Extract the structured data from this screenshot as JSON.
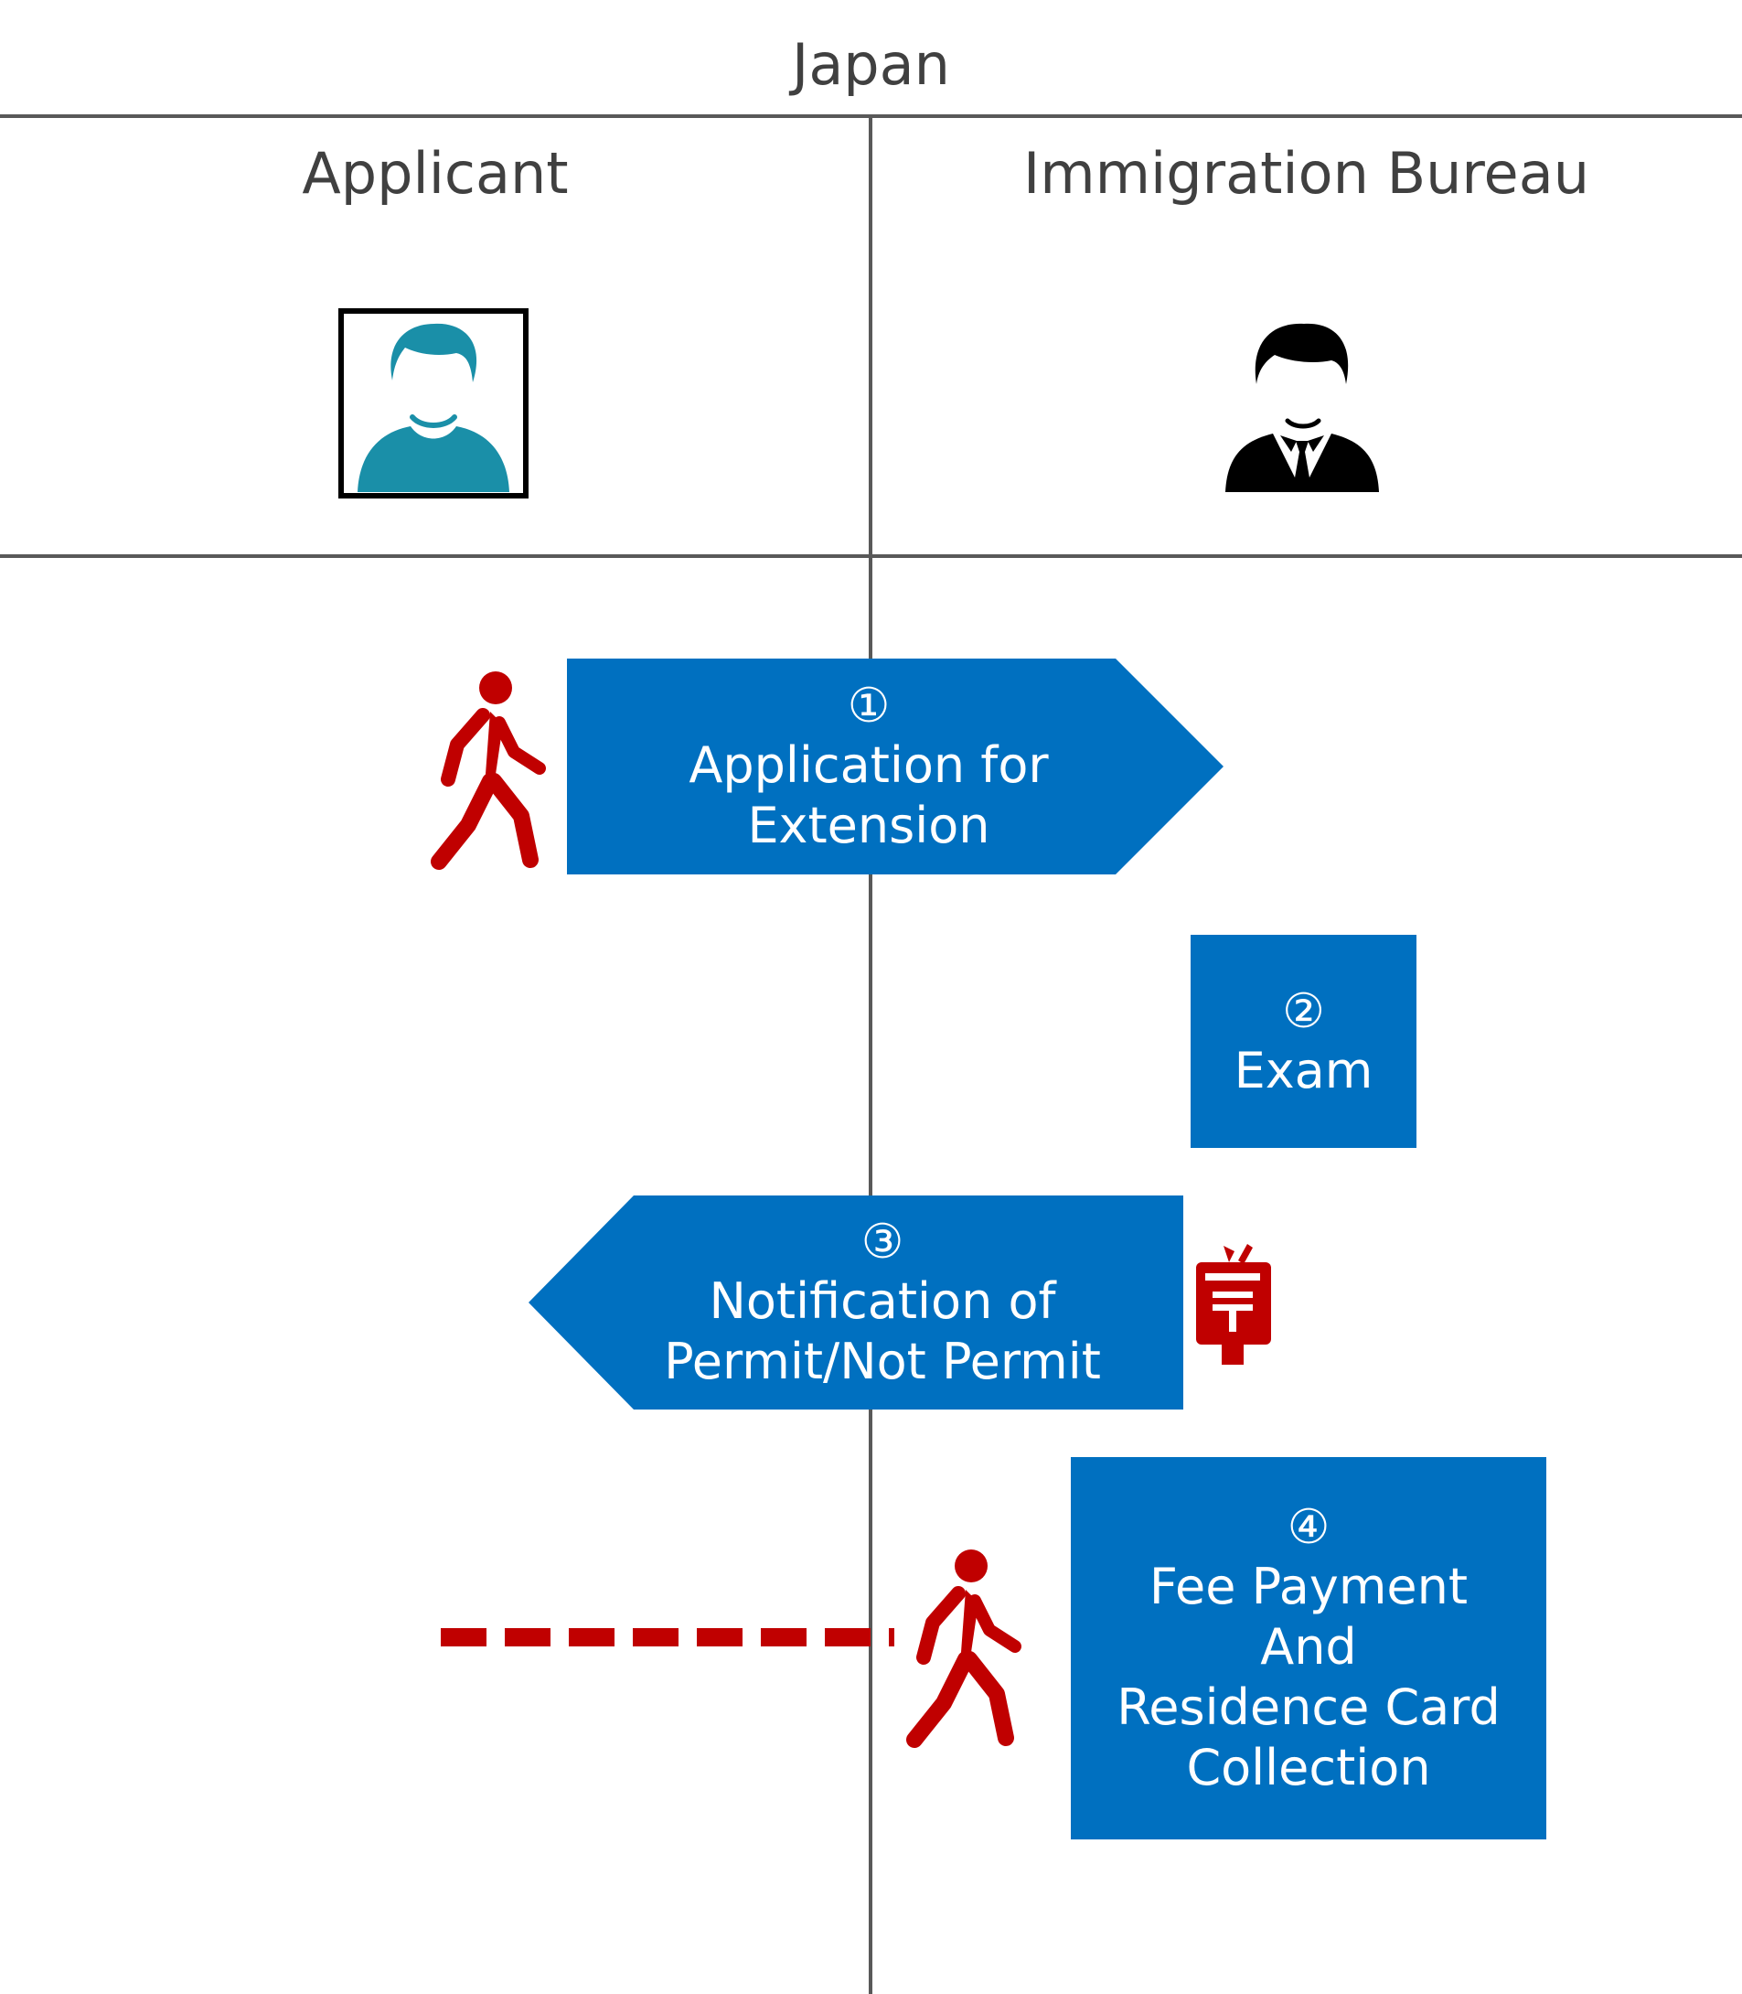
{
  "title": "Japan",
  "lanes": {
    "left": "Applicant",
    "right": "Immigration Bureau"
  },
  "icons": {
    "applicant": "applicant-portrait-icon",
    "officer": "officer-icon",
    "walker": "walking-person-icon",
    "mailbox": "postbox-icon"
  },
  "colors": {
    "step_fill": "#0070c0",
    "accent_red": "#c00000",
    "applicant_teal": "#1a8fa8",
    "lines": "#595959"
  },
  "steps": [
    {
      "number": "①",
      "lines": [
        "Application for",
        "Extension"
      ]
    },
    {
      "number": "②",
      "lines": [
        "Exam"
      ]
    },
    {
      "number": "③",
      "lines": [
        "Notification of",
        "Permit/Not Permit"
      ]
    },
    {
      "number": "④",
      "lines": [
        "Fee Payment",
        "And",
        "Residence Card",
        "Collection"
      ]
    }
  ]
}
